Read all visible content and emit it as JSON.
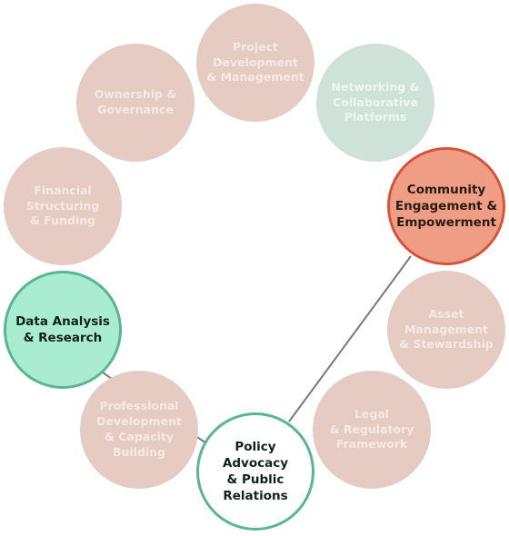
{
  "nodes": {
    "project": "Project\nDevelopment\n& Management",
    "networking": "Networking &\nCollaborative\nPlatforms",
    "ownership": "Ownership &\nGovernance",
    "community": "Community\nEngagement &\nEmpowerment",
    "financial": "Financial\nStructuring\n& Funding",
    "asset": "Asset\nManagement\n& Stewardship",
    "data": "Data Analysis\n& Research",
    "legal": "Legal\n& Regulatory\nFramework",
    "professional": "Professional\nDevelopment\n& Capacity\nBuilding",
    "policy": "Policy\nAdvocacy\n& Public\nRelations"
  },
  "colors": {
    "faded_node": "#e6cbc3",
    "faded_green_node": "#cfe2da",
    "community_fill": "#ef9e85",
    "community_border": "#d5553a",
    "data_fill": "#a9ecd1",
    "green_border": "#5ab68e",
    "connector": "#7a7a7a"
  },
  "connections": [
    [
      "policy",
      "data"
    ],
    [
      "policy",
      "community"
    ]
  ]
}
